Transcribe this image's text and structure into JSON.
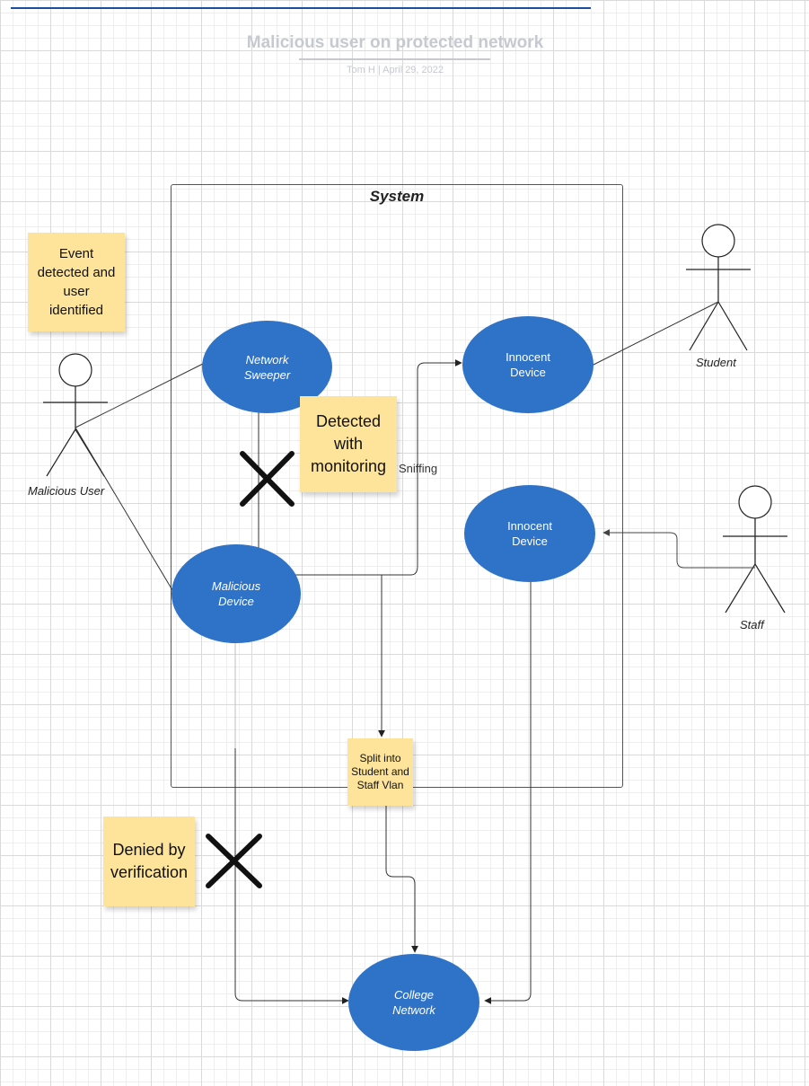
{
  "title": "Malicious user on protected network",
  "subtitle": "Tom H  |  April 29, 2022",
  "system_label": "System",
  "actors": {
    "malicious_user": "Malicious User",
    "student": "Student",
    "staff": "Staff"
  },
  "use_cases": {
    "network_sweeper": "Network Sweeper",
    "innocent_device_1": "Innocent Device",
    "innocent_device_2": "Innocent Device",
    "malicious_device": "Malicious Device",
    "college_network": "College Network"
  },
  "notes": {
    "event_detected": "Event detected and user identified",
    "detected_monitoring": "Detected with monitoring",
    "split_vlan": "Split into Student and Staff Vlan",
    "denied_verification": "Denied by verification"
  },
  "edge_labels": {
    "sniffing": "Sniffing"
  },
  "colors": {
    "use_case_fill": "#2f73c8",
    "note_fill": "#fde49a",
    "title_text": "#c6c9cf"
  }
}
